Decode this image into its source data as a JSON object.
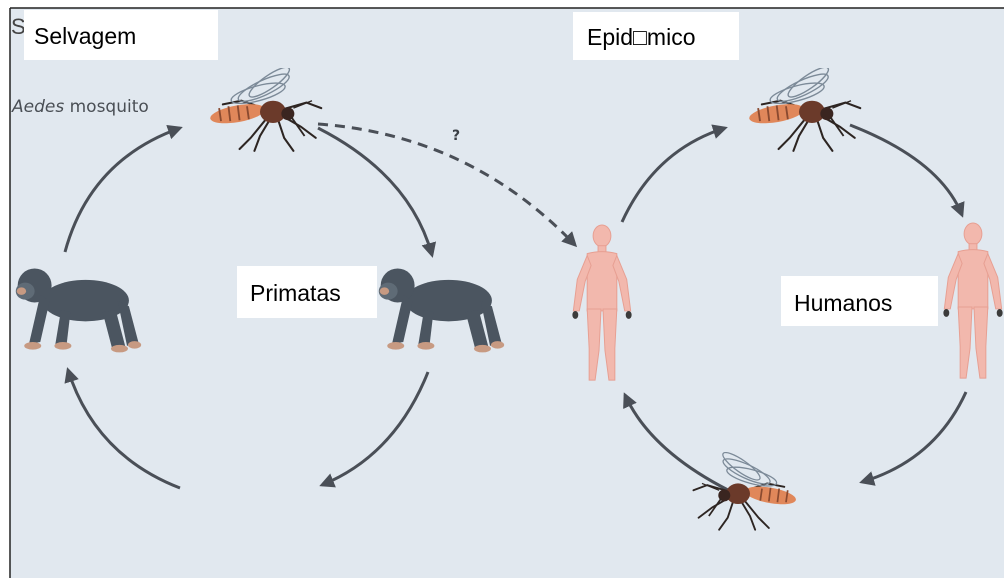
{
  "labels": {
    "sylvatic": "Selvagem",
    "epidemic": "Epid□mico",
    "primates": "Primatas",
    "humans": "Humanos",
    "mosquito_genus": "Aedes",
    "mosquito_word": "mosquito",
    "question": "?"
  },
  "colors": {
    "background": "#e1e8ef",
    "arrow": "#4a4f57",
    "primate": "#4b5560",
    "human_body": "#f2b8ad",
    "mosquito_body": "#6b3a2a",
    "mosquito_stripe": "#e0875a"
  },
  "icons": {
    "mosquito": "mosquito-icon",
    "primate": "primate-icon",
    "human": "human-figure-icon"
  }
}
